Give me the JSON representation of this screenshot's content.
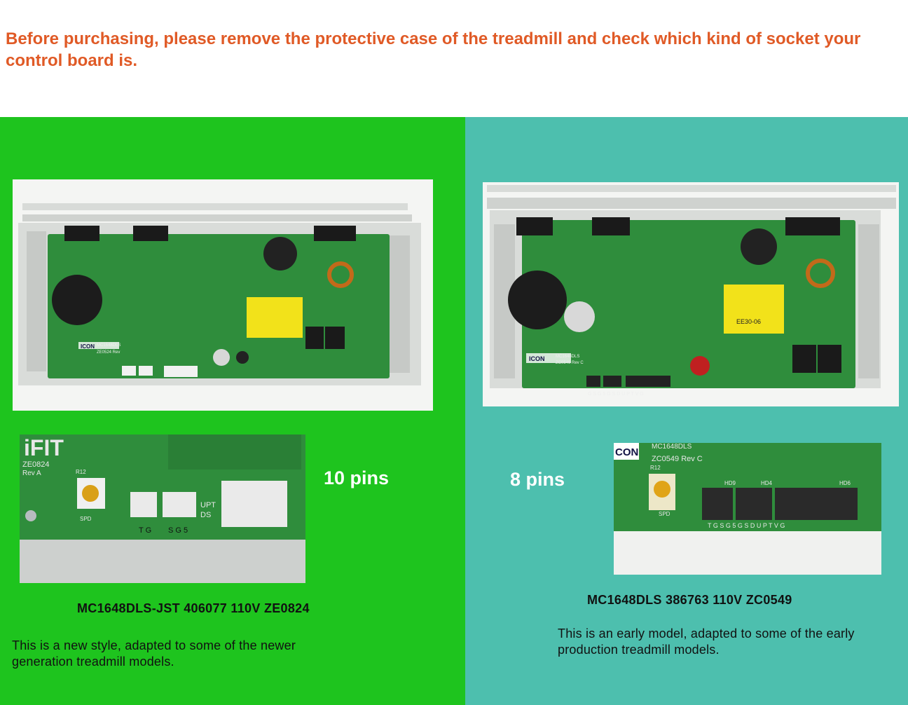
{
  "header": {
    "notice": "Before purchasing, please remove the protective case of the treadmill and check which kind of socket your control board is."
  },
  "colors": {
    "notice_text": "#e05a26",
    "left_panel": "#1ec41e",
    "right_panel": "#4dbfae",
    "board_green": "#2f8d3c"
  },
  "left": {
    "pins": "10 pins",
    "model": "MC1648DLS-JST 406077 110V ZE0824",
    "description": "This is a new style, adapted to some of the newer generation treadmill models.",
    "board_photo": {
      "brand": "ICON",
      "part": "MC1648DLS",
      "rev": "ZE0524 Rev"
    },
    "closeup": {
      "logo": "iFIT",
      "code": "ZE0824",
      "rev": "Rev A",
      "r12": "R12",
      "spd": "SPD",
      "tg": "T G",
      "sg5": "S G 5",
      "upt": "UPT",
      "ds": "DS"
    }
  },
  "right": {
    "pins": "8 pins",
    "model": "MC1648DLS 386763 110V ZC0549",
    "description": "This is an early model, adapted to some of the early production treadmill models.",
    "board_photo": {
      "brand": "ICON",
      "part": "MC1648DLS",
      "rev": "ZC0549  Rev C",
      "transformer": "EE30-06",
      "pins_text": "G S G 5  G S D U P T V G"
    },
    "closeup": {
      "brand": "CON",
      "part": "MC1648DLS",
      "rev": "ZC0549  Rev C",
      "r12": "R12",
      "spd": "SPD",
      "hd9": "HD9",
      "hd4": "HD4",
      "hd6": "HD6",
      "pins_text": "T G   S G 5   G S D U P T V G"
    }
  }
}
